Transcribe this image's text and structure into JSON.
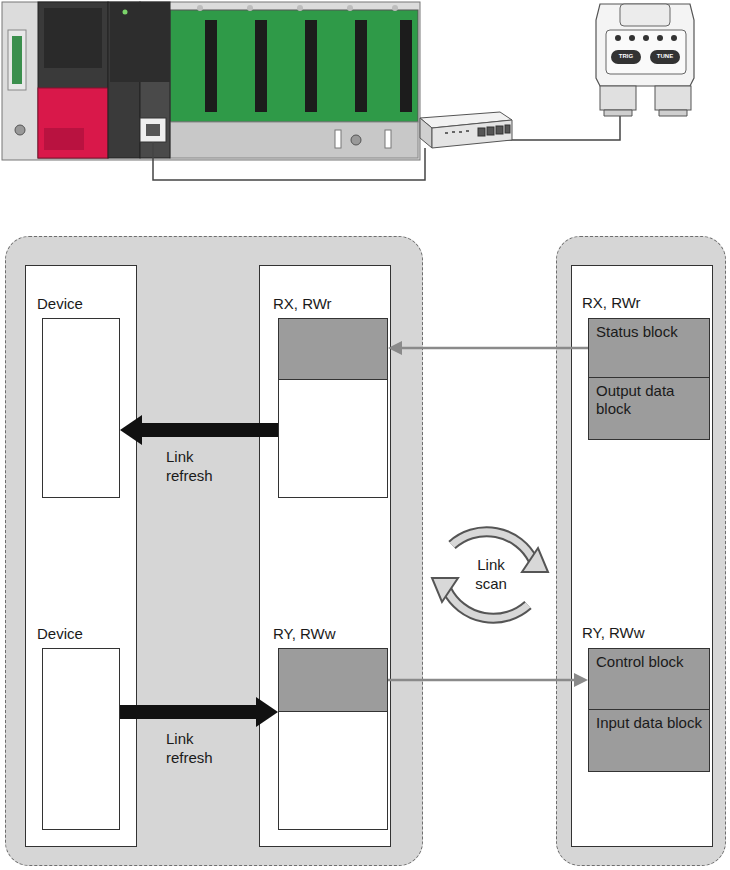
{
  "diagram": {
    "nodes": [
      {
        "text": [
          "Device"
        ]
      },
      {
        "text": [
          "Device"
        ]
      },
      {
        "text": [
          "RX, RWr"
        ]
      },
      {
        "text": [
          "RY, RWw"
        ]
      },
      {
        "text": [
          "RX, RWr"
        ]
      },
      {
        "text": [
          "Status block"
        ],
        "in": 4
      },
      {
        "text": [
          "Output data block"
        ],
        "in": 4
      },
      {
        "text": [
          "RY, RWw"
        ]
      },
      {
        "text": [
          "Control block"
        ],
        "in": 7
      },
      {
        "text": [
          "Input data block"
        ],
        "in": 7
      }
    ],
    "edges": [
      {
        "from": 5,
        "to": 2,
        "arrow": "to"
      },
      {
        "from": 2,
        "to": 0,
        "label": "Link refresh",
        "arrow": "to"
      },
      {
        "from": 1,
        "to": 3,
        "label": "Link refresh",
        "arrow": "to"
      },
      {
        "from": 3,
        "to": 8,
        "arrow": "to"
      }
    ],
    "labels": [
      "TRIG",
      "TUNE",
      "Link scan"
    ]
  }
}
